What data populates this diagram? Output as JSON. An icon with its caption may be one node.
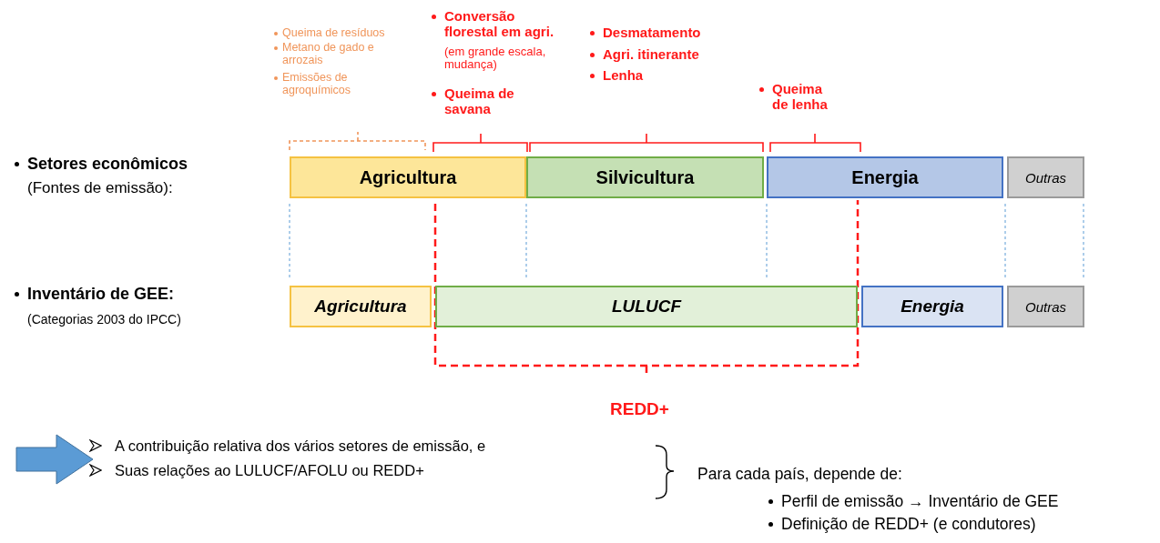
{
  "diagram": {
    "nodes": [
      {
        "text": [
          "Agricultura"
        ]
      },
      {
        "text": [
          "Silvicultura"
        ]
      },
      {
        "text": [
          "Energia"
        ]
      },
      {
        "text": [
          "Outras"
        ]
      },
      {
        "text": [
          "Agricultura"
        ]
      },
      {
        "text": [
          "LULUCF"
        ]
      },
      {
        "text": [
          "Energia"
        ]
      },
      {
        "text": [
          "Outras"
        ]
      }
    ],
    "labels": [
      "Queima de resíduos",
      "Metano de gado e arrozais",
      "Emissões de agroquímicos",
      "Conversão florestal em agri.",
      "(em grande escala, mudança)",
      "Queima de savana",
      "Desmatamento",
      "Agri. itinerante",
      "Lenha",
      "Queima de lenha",
      "Setores econômicos",
      "(Fontes de emissão):",
      "Inventário de GEE:",
      "(Categorias 2003 do IPCC)",
      "REDD+",
      "A contribuição relativa dos vários setores de emissão, e",
      "Suas relações ao LULUCF/AFOLU ou REDD+",
      "Para cada país, depende de:",
      "Perfil de emissão → Inventário de GEE",
      "Definição de REDD+ (e condutores)"
    ]
  }
}
